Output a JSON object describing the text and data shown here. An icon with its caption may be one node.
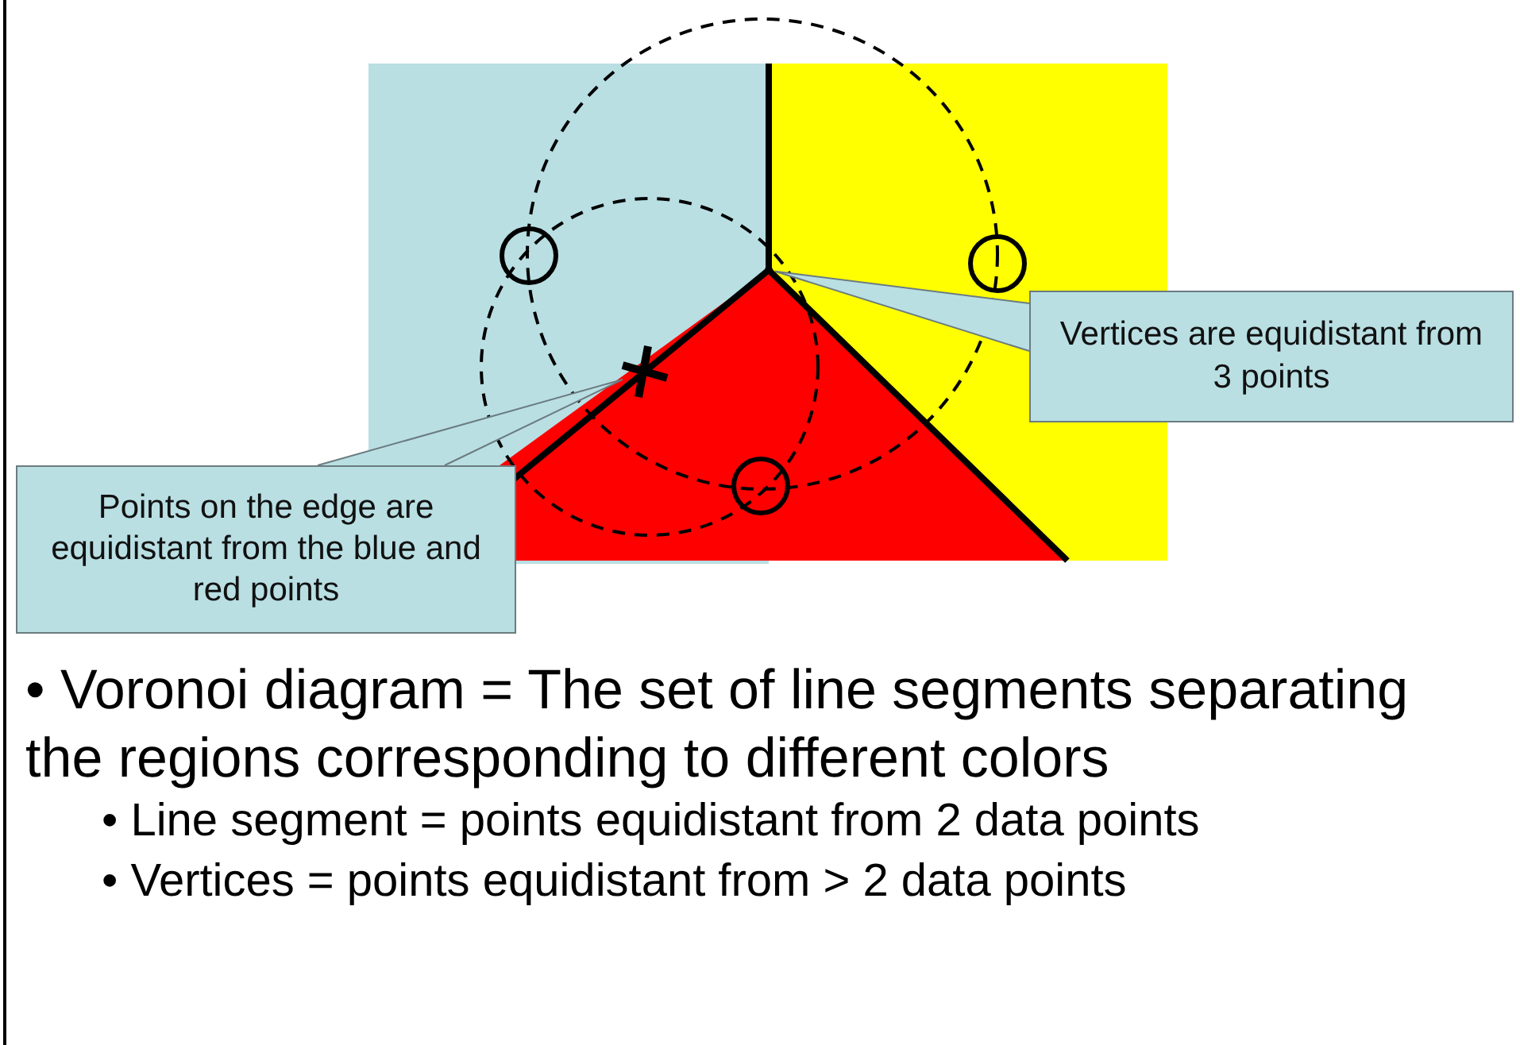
{
  "diagram": {
    "nodes": [
      {
        "text": [
          "Vertices are equidistant from 3 points"
        ]
      },
      {
        "text": [
          "Points on the edge are equidistant from the blue and red points"
        ]
      },
      {
        "text": [],
        "shape": "point"
      },
      {
        "text": [],
        "shape": "cross"
      }
    ],
    "edges": [
      {
        "from": 0,
        "to": 2,
        "arrow": "none"
      },
      {
        "from": 1,
        "to": 3,
        "arrow": "none"
      }
    ],
    "labels": [
      "• Voronoi diagram = The set of line segments separating the regions corresponding to different colors",
      "• Line segment = points equidistant from 2 data points",
      "• Vertices = points equidistant from > 2 data points"
    ]
  }
}
